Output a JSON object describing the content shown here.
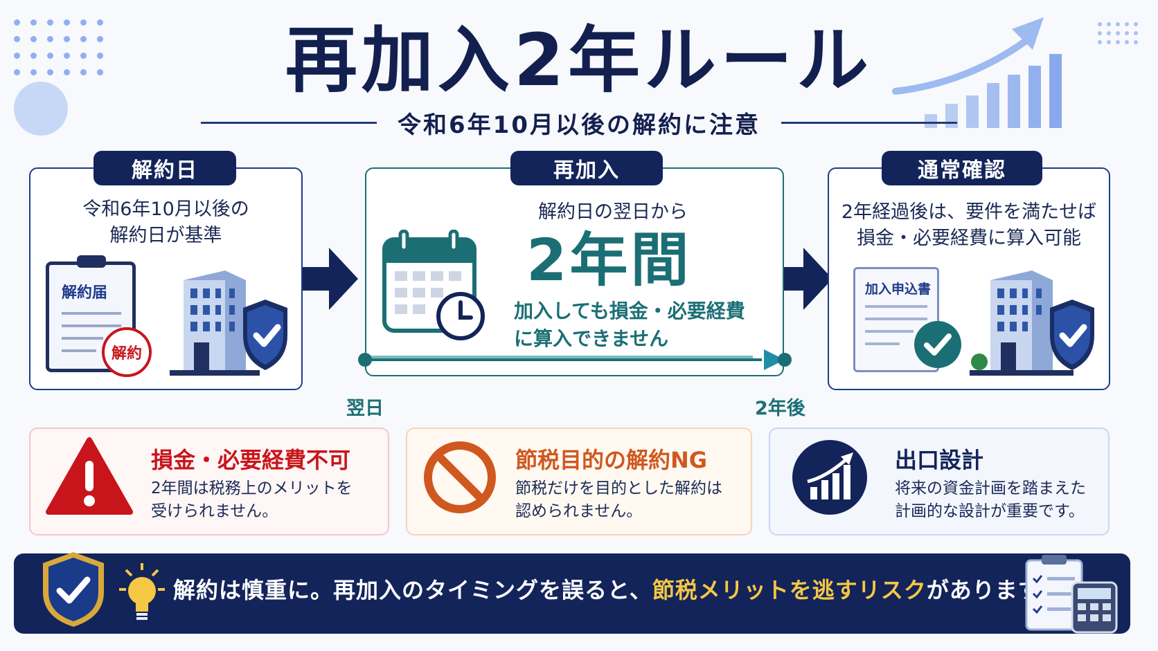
{
  "title": "再加入2年ルール",
  "subtitle": "令和6年10月以後の解約に注意",
  "steps": [
    {
      "tag": "解約日",
      "line1": "令和6年10月以後の",
      "line2": "解約日が基準",
      "doc_label": "解約届",
      "stamp": "解約"
    },
    {
      "tag": "再加入",
      "lead": "解約日の翌日から",
      "big": "2年間",
      "line1": "加入しても損金・必要経費",
      "line2": "に算入できません",
      "start": "翌日",
      "end": "2年後"
    },
    {
      "tag": "通常確認",
      "line1": "2年経過後は、要件を満たせば",
      "line2": "損金・必要経費に算入可能",
      "doc_label": "加入申込書"
    }
  ],
  "notes": [
    {
      "title": "損金・必要経費不可",
      "line1": "2年間は税務上のメリットを",
      "line2": "受けられません。",
      "color": "#c8151b"
    },
    {
      "title": "節税目的の解約NG",
      "line1": "節税だけを目的とした解約は",
      "line2": "認められません。",
      "color": "#d0581f"
    },
    {
      "title": "出口設計",
      "line1": "将来の資金計画を踏まえた",
      "line2": "計画的な設計が重要です。",
      "color": "#13245a"
    }
  ],
  "banner": {
    "part1": "解約は慎重に。再加入のタイミングを誤ると、",
    "highlight": "節税メリットを逃すリスク",
    "part2": "があります。"
  },
  "colors": {
    "navy": "#13245a",
    "teal": "#1b6f74",
    "red": "#c8151b",
    "orange": "#d0581f",
    "gold": "#f6c744"
  }
}
